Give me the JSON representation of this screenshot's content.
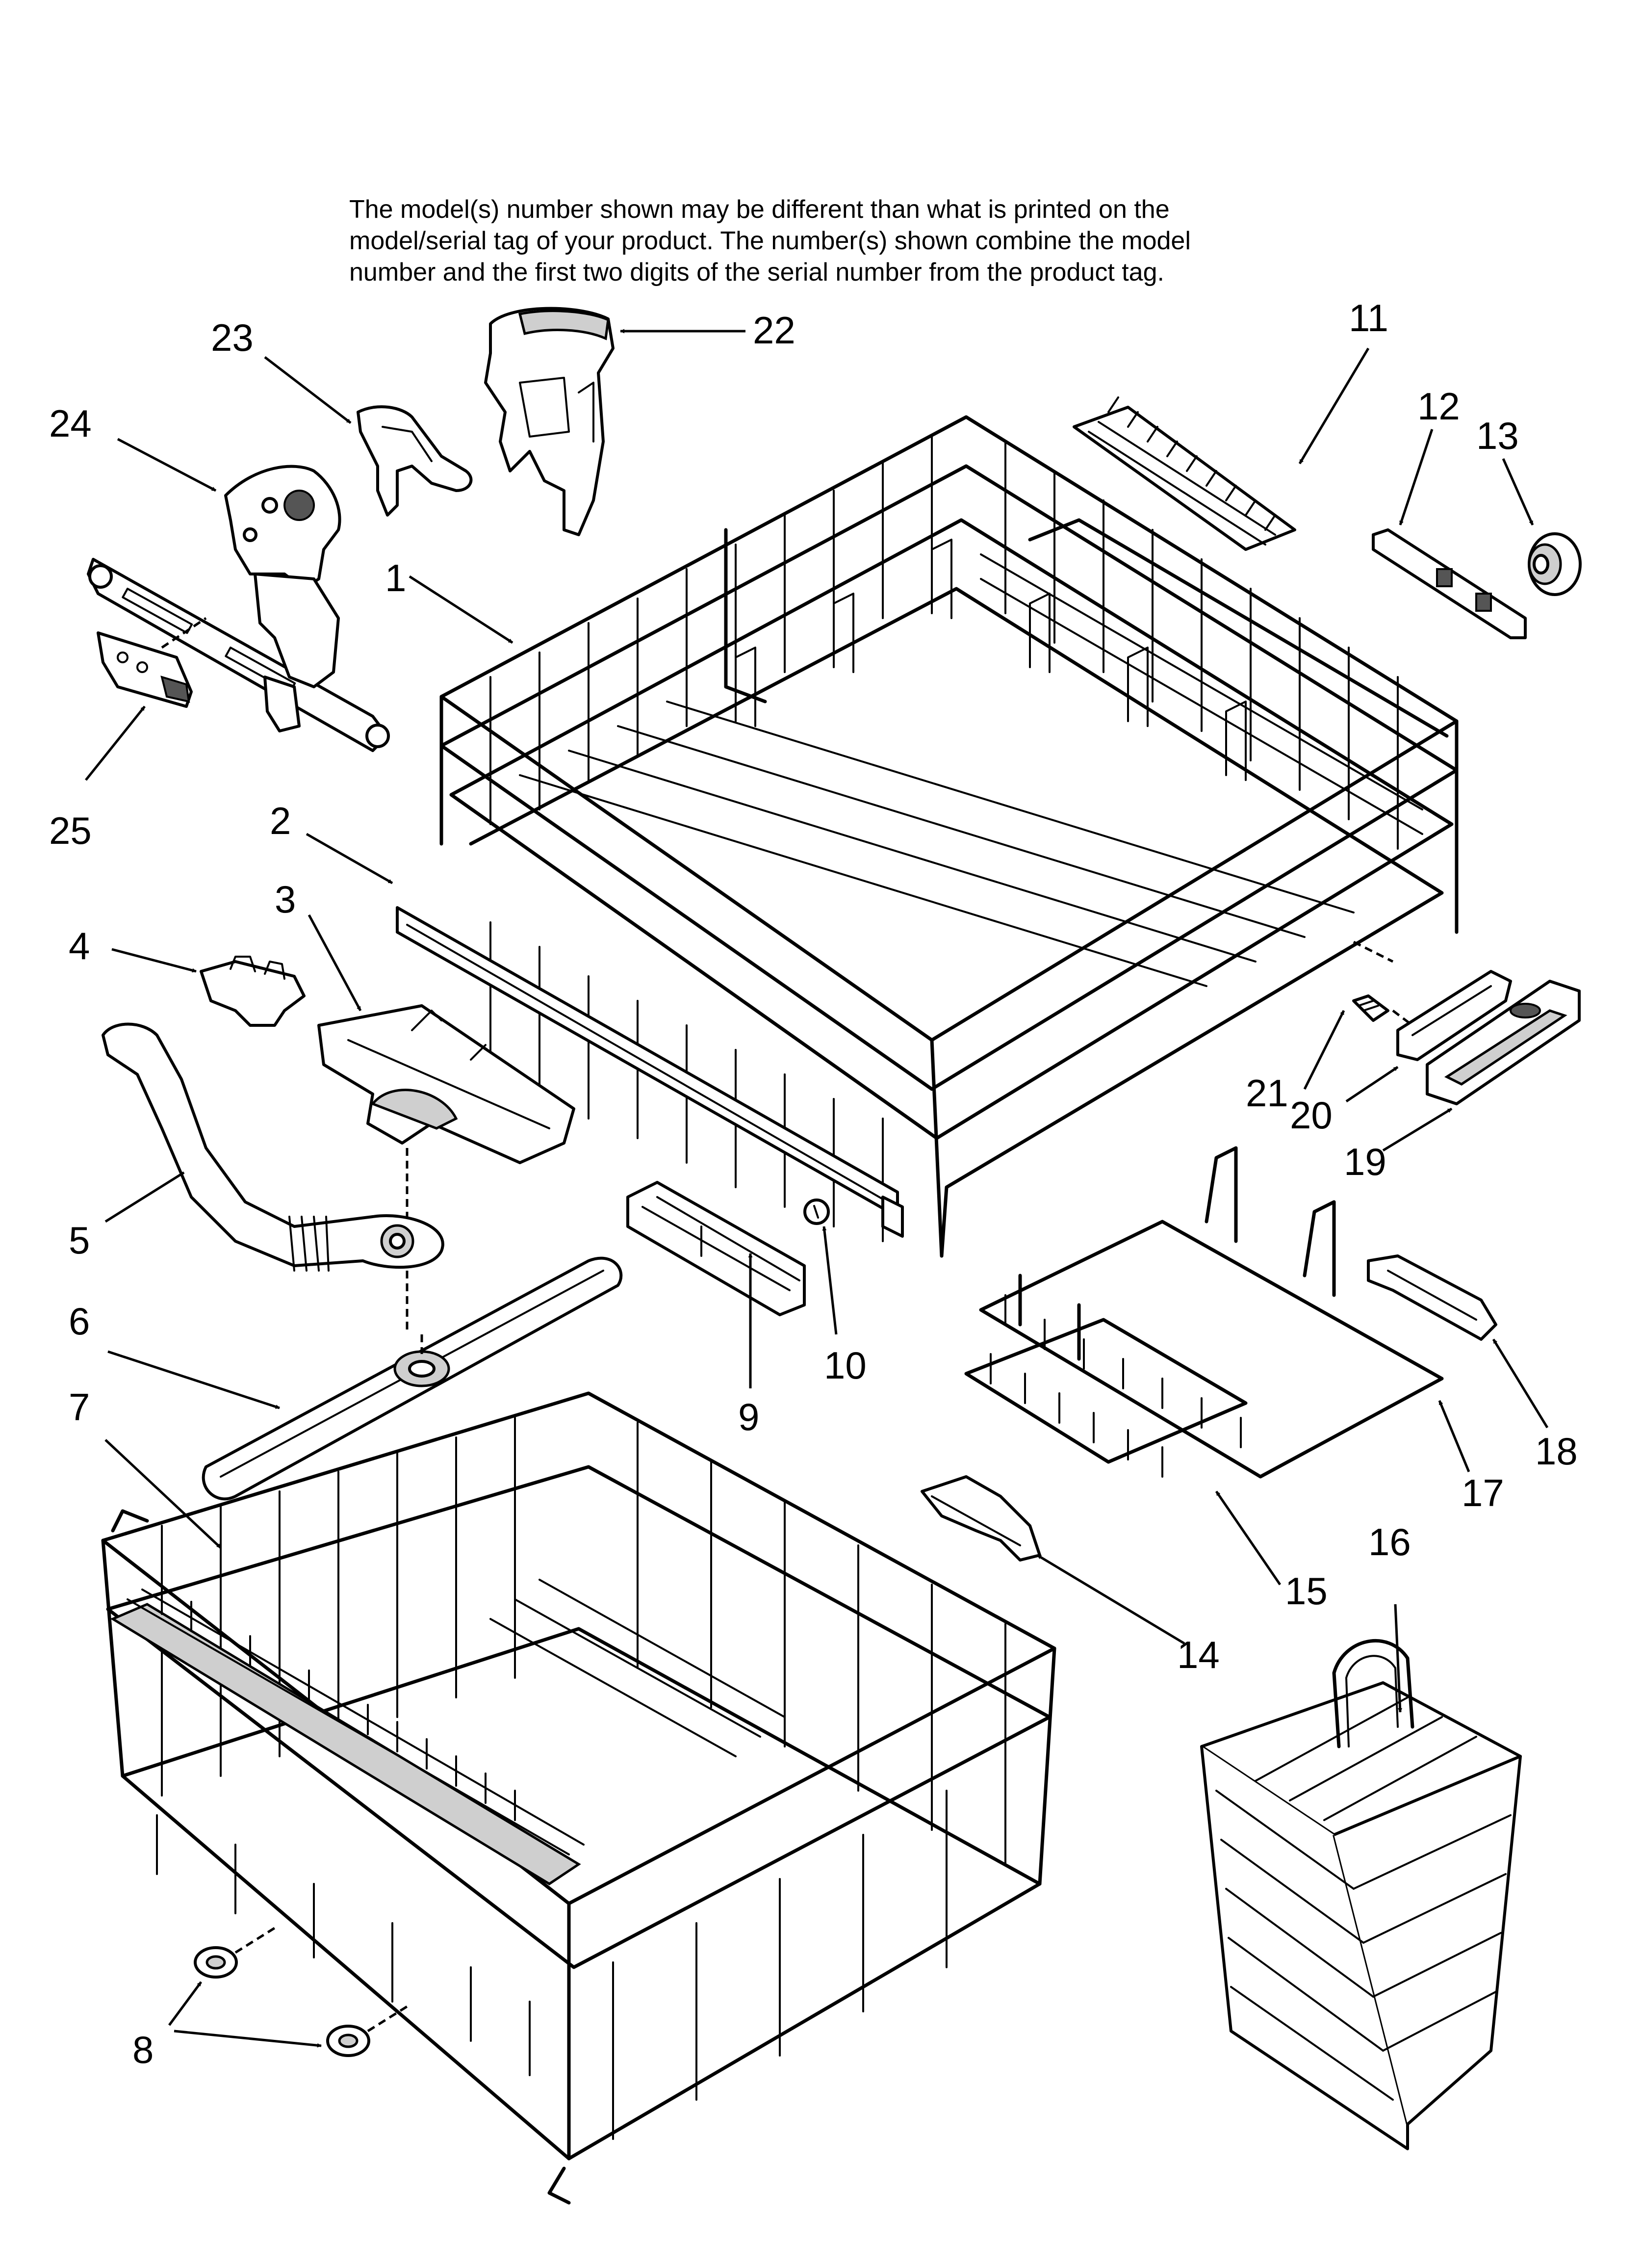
{
  "notice": [
    "The model(s) number shown may be different than what is printed on the",
    "model/serial tag of your product. The number(s) shown combine the model",
    "number and the first two digits of the serial number from the product tag."
  ],
  "callouts": [
    "1",
    "2",
    "3",
    "4",
    "5",
    "6",
    "7",
    "8",
    "9",
    "10",
    "11",
    "12",
    "13",
    "14",
    "15",
    "16",
    "17",
    "18",
    "19",
    "20",
    "21",
    "22",
    "23",
    "24",
    "25"
  ]
}
